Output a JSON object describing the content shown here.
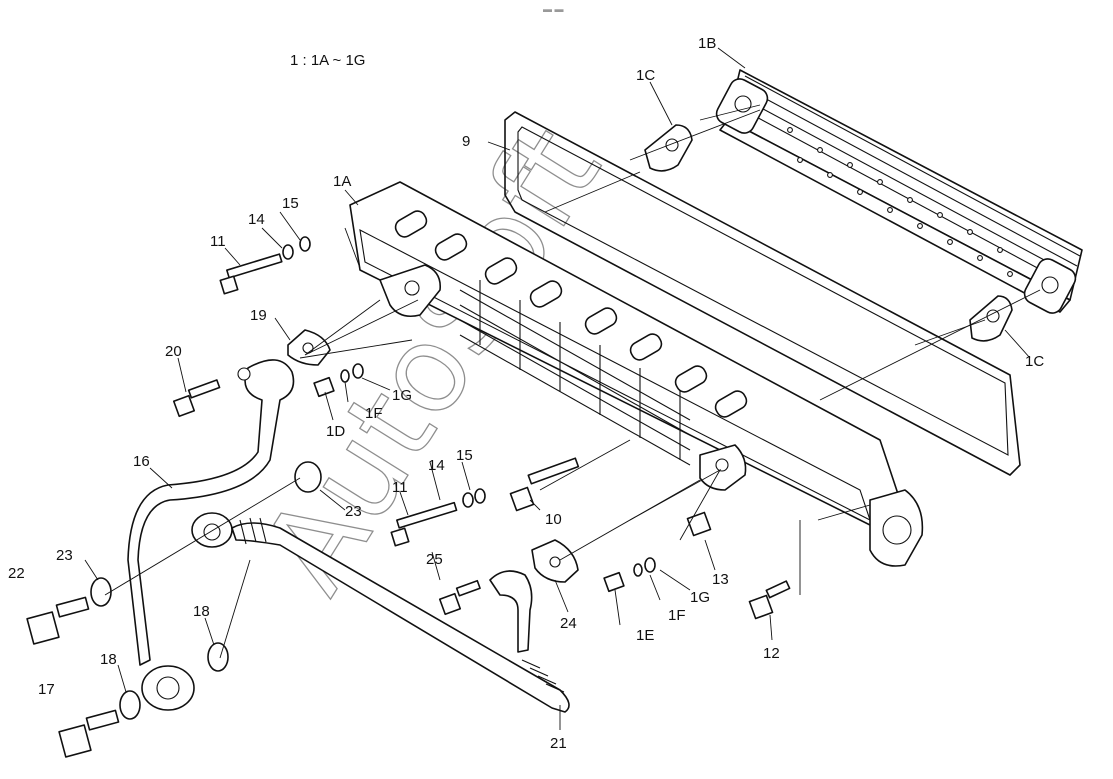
{
  "figure": {
    "caption": "1 : 1A ~ 1G",
    "watermark": "AutoSoft"
  },
  "parts": {
    "p1A": "1A",
    "p1B": "1B",
    "p1C_top": "1C",
    "p1C_bottom": "1C",
    "p1D": "1D",
    "p1E": "1E",
    "p1F_left": "1F",
    "p1F_right": "1F",
    "p1G_left": "1G",
    "p1G_right": "1G",
    "p9": "9",
    "p10": "10",
    "p11_top": "11",
    "p11_mid": "11",
    "p12": "12",
    "p13": "13",
    "p14_top": "14",
    "p14_mid": "14",
    "p15_top": "15",
    "p15_mid": "15",
    "p16": "16",
    "p17": "17",
    "p18_upper": "18",
    "p18_lower": "18",
    "p19": "19",
    "p20": "20",
    "p21": "21",
    "p22": "22",
    "p23_left": "23",
    "p23_mid": "23",
    "p24": "24",
    "p25": "25"
  }
}
